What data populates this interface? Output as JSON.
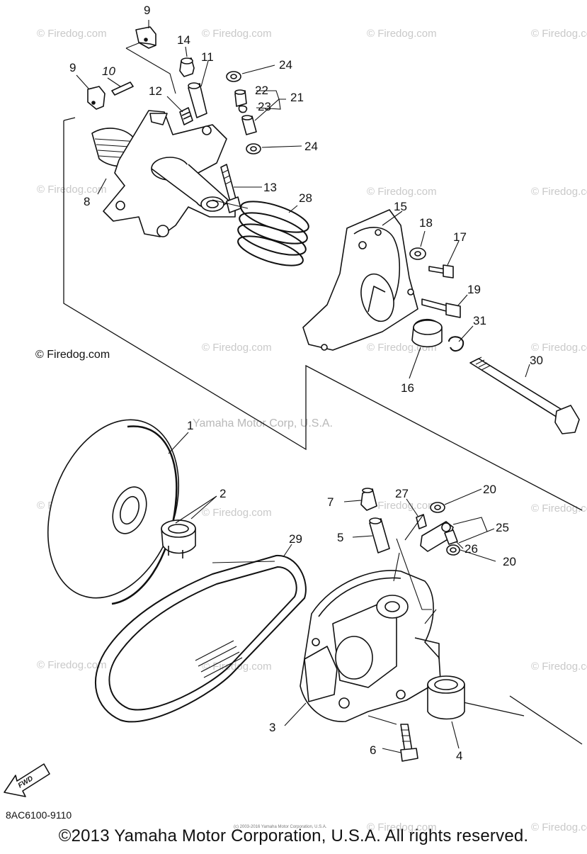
{
  "diagram": {
    "credit_text": "© Firedog.com",
    "center_watermark": "Yamaha Motor Corp, U.S.A.",
    "code": "8AC6100-9110",
    "copyright": "©2013 Yamaha Motor Corporation, U.S.A. All rights reserved.",
    "tiny_copyright": "(c) 2003-2016 Yamaha Motor Corporation, U.S.A.",
    "fwd_label": "FWD",
    "watermark_text": "© Firedog.com",
    "callouts": [
      {
        "id": "c1",
        "label": "1"
      },
      {
        "id": "c2",
        "label": "2"
      },
      {
        "id": "c3",
        "label": "3"
      },
      {
        "id": "c4",
        "label": "4"
      },
      {
        "id": "c5",
        "label": "5"
      },
      {
        "id": "c6",
        "label": "6"
      },
      {
        "id": "c7",
        "label": "7"
      },
      {
        "id": "c8",
        "label": "8"
      },
      {
        "id": "c9a",
        "label": "9"
      },
      {
        "id": "c9b",
        "label": "9"
      },
      {
        "id": "c10",
        "label": "10"
      },
      {
        "id": "c11",
        "label": "11"
      },
      {
        "id": "c12",
        "label": "12"
      },
      {
        "id": "c13",
        "label": "13"
      },
      {
        "id": "c14",
        "label": "14"
      },
      {
        "id": "c15",
        "label": "15"
      },
      {
        "id": "c16",
        "label": "16"
      },
      {
        "id": "c17",
        "label": "17"
      },
      {
        "id": "c18",
        "label": "18"
      },
      {
        "id": "c19",
        "label": "19"
      },
      {
        "id": "c20a",
        "label": "20"
      },
      {
        "id": "c20b",
        "label": "20"
      },
      {
        "id": "c21",
        "label": "21"
      },
      {
        "id": "c22",
        "label": "22"
      },
      {
        "id": "c23",
        "label": "23"
      },
      {
        "id": "c24a",
        "label": "24"
      },
      {
        "id": "c24b",
        "label": "24"
      },
      {
        "id": "c25",
        "label": "25"
      },
      {
        "id": "c26",
        "label": "26"
      },
      {
        "id": "c27",
        "label": "27"
      },
      {
        "id": "c28",
        "label": "28"
      },
      {
        "id": "c29",
        "label": "29"
      },
      {
        "id": "c30",
        "label": "30"
      },
      {
        "id": "c31",
        "label": "31"
      }
    ]
  }
}
